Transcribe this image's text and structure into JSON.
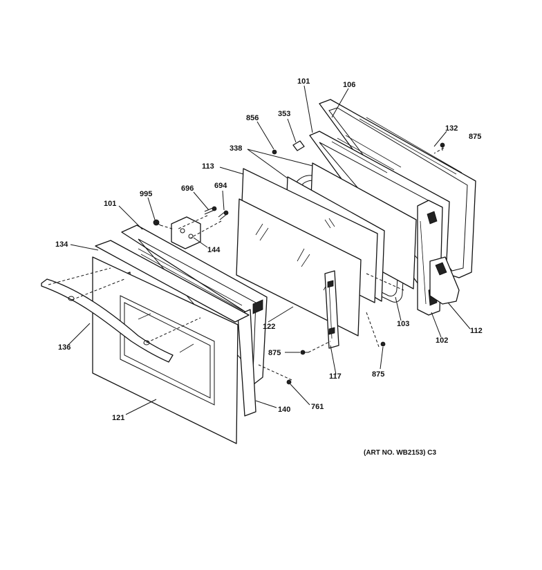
{
  "labels": {
    "l101a": "101",
    "l106": "106",
    "l856": "856",
    "l353": "353",
    "l132": "132",
    "l875a": "875",
    "l338": "338",
    "l113": "113",
    "l995": "995",
    "l696": "696",
    "l694": "694",
    "l101b": "101",
    "l134": "134",
    "l144": "144",
    "l122": "122",
    "l103": "103",
    "l112": "112",
    "l102": "102",
    "l136": "136",
    "l875b": "875",
    "l875c": "875",
    "l117": "117",
    "l761": "761",
    "l140": "140",
    "l121": "121"
  },
  "art_number": "(ART NO. WB2153) C3"
}
